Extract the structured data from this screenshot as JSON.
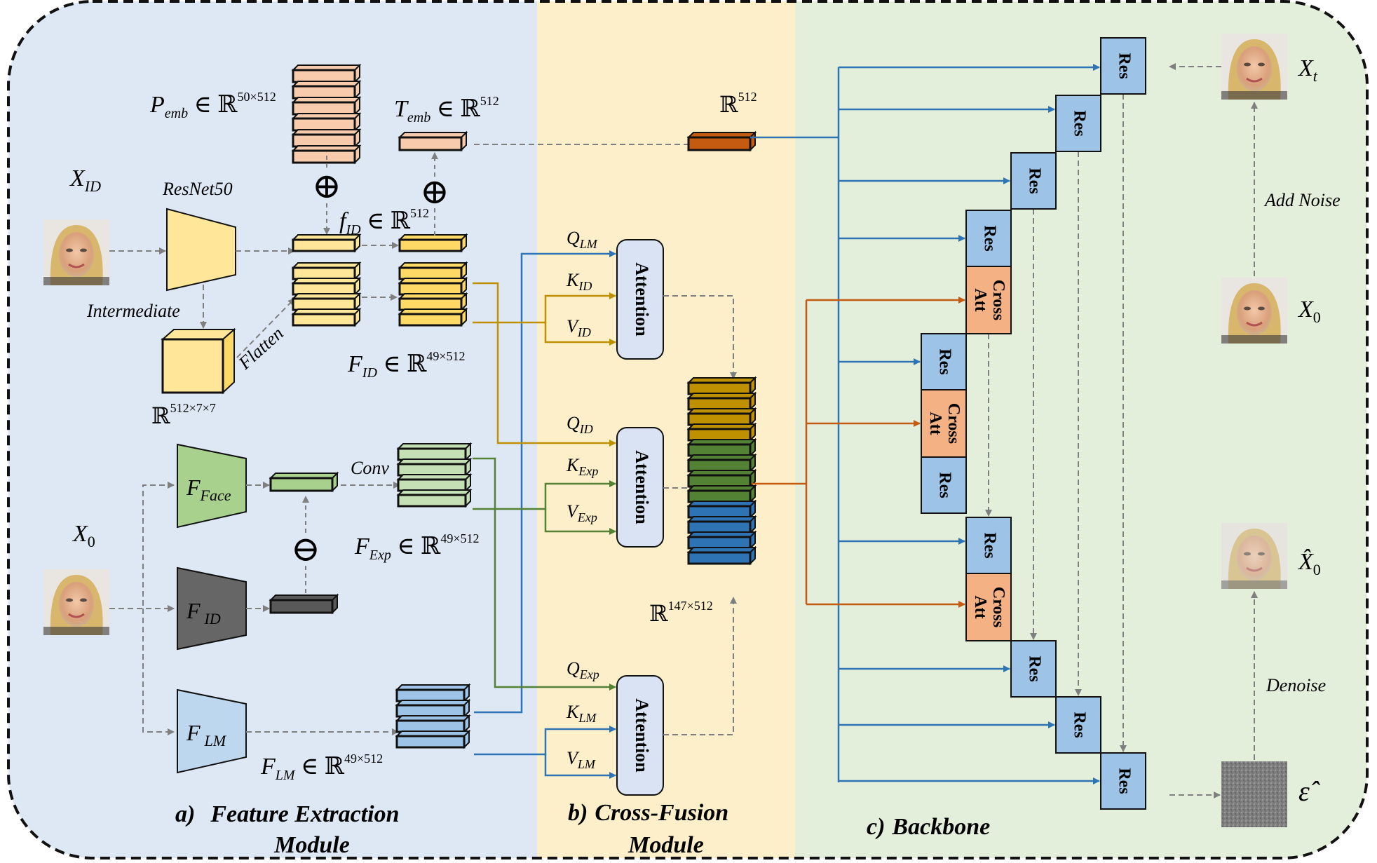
{
  "sections": {
    "feature_extraction": {
      "prefix": "a)",
      "line1": "Feature Extraction",
      "line2": "Module",
      "bg": "#dde8f4"
    },
    "cross_fusion": {
      "prefix": "b)",
      "line1": "Cross-Fusion",
      "line2": "Module",
      "bg": "#fdefc9"
    },
    "backbone": {
      "prefix": "c)",
      "line1": "Backbone",
      "bg": "#e3eedb"
    }
  },
  "labels": {
    "x_id": "X",
    "x_id_sub": "ID",
    "x0": "X",
    "x0_sub": "0",
    "resnet": "ResNet50",
    "intermediate": "Intermediate",
    "flatten": "Flatten",
    "conv": "Conv",
    "cube_dim": "512×7×7",
    "p_emb": "P",
    "p_emb_sub": "emb",
    "p_emb_dim": "50×512",
    "t_emb": "T",
    "t_emb_sub": "emb",
    "t_emb_dim": "512",
    "f_id_small": "f",
    "f_id_small_sub": "ID",
    "f_id_small_dim": "512",
    "F_ID": "F",
    "F_ID_sub": "ID",
    "F_ID_dim": "49×512",
    "F_Exp": "F",
    "F_Exp_sub": "Exp",
    "F_Exp_dim": "49×512",
    "F_LM": "F",
    "F_LM_sub": "LM",
    "F_LM_dim": "49×512",
    "r512": "512",
    "r147": "147×512",
    "enc_face": "F",
    "enc_face_sub": "Face",
    "enc_id": "F",
    "enc_id_sub": "ID",
    "enc_lm": "F",
    "enc_lm_sub": "LM",
    "elem_in": "∈",
    "real_symbol": "ℝ",
    "oplus": "⊕",
    "ominus": "⊖",
    "attention": "Attention",
    "q": "Q",
    "k": "K",
    "v": "V",
    "sub_lm": "LM",
    "sub_id": "ID",
    "sub_exp": "Exp",
    "res": "Res",
    "cross": "Cross",
    "att": "Att",
    "xt": "X",
    "xt_sub": "t",
    "x0b": "X",
    "x0b_sub": "0",
    "x0hat": "X̂",
    "x0hat_sub": "0",
    "eps": "ε̂",
    "add_noise": "Add Noise",
    "denoise": "Denoise"
  },
  "colors": {
    "border": "#111111",
    "blue_arrow": "#2e74b5",
    "orange_arrow": "#c55a11",
    "gold_arrow": "#bf9000",
    "green_arrow": "#548235",
    "gray_arrow": "#7f7f7f",
    "res_block": "#9dc3e6",
    "cross_block": "#f4b183",
    "attention": "#dae3f3",
    "pemb": "#f8cbad",
    "yellow": "#ffd966",
    "yellow_light": "#ffe699",
    "green_light": "#c5e0b4",
    "green_mid": "#a9d18e",
    "gray_dark": "#595959",
    "blue_feat": "#9dc3e6",
    "orange_dark": "#c55a11",
    "gold": "#bf9000",
    "green_dark": "#548235",
    "blue_dark": "#2e74b5"
  },
  "icons": [
    "face-image-icon",
    "noise-image-icon",
    "oplus-icon",
    "ominus-icon",
    "arrow-icon"
  ]
}
